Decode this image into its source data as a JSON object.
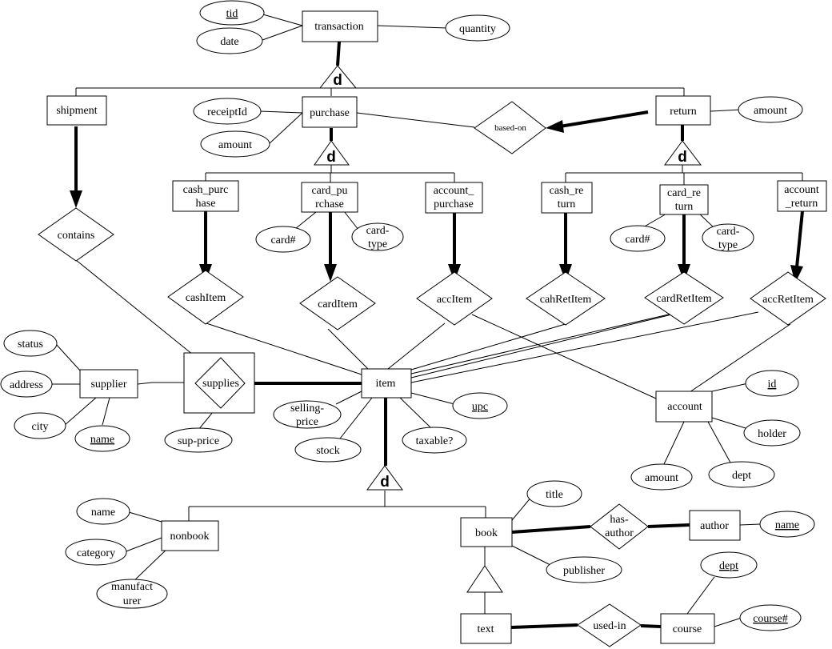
{
  "diagram": {
    "disjoint_marker": "d",
    "entities": {
      "transaction": "transaction",
      "shipment": "shipment",
      "purchase": "purchase",
      "return": "return",
      "cash_purchase": [
        "cash_purc",
        "hase"
      ],
      "card_purchase": [
        "card_pu",
        "rchase"
      ],
      "account_purchase": [
        "account_",
        "purchase"
      ],
      "cash_return": [
        "cash_re",
        "turn"
      ],
      "card_return": [
        "card_re",
        "turn"
      ],
      "account_return": [
        "account",
        "_return"
      ],
      "supplier": "supplier",
      "item": "item",
      "account": "account",
      "nonbook": "nonbook",
      "book": "book",
      "author": "author",
      "text": "text",
      "course": "course"
    },
    "relationships": {
      "based_on": "based-on",
      "contains": "contains",
      "cashItem": "cashItem",
      "cardItem": "cardItem",
      "accItem": "accItem",
      "cahRetItem": "cahRetItem",
      "cardRetItem": "cardRetItem",
      "accRetItem": "accRetItem",
      "supplies": "supplies",
      "has_author": [
        "has-",
        "author"
      ],
      "used_in": "used-in"
    },
    "attributes": {
      "tid": "tid",
      "date": "date",
      "quantity": "quantity",
      "receiptId": "receiptId",
      "purchase_amount": "amount",
      "return_amount": "amount",
      "cardp_card": "card#",
      "cardp_type": [
        "card-",
        "type"
      ],
      "cardr_card": "card#",
      "cardr_type": [
        "card-",
        "type"
      ],
      "status": "status",
      "address": "address",
      "city": "city",
      "supplier_name": "name",
      "sup_price": "sup-price",
      "selling_price": [
        "selling-",
        "price"
      ],
      "stock": "stock",
      "taxable": "taxable?",
      "upc": "upc",
      "account_id": "id",
      "holder": "holder",
      "account_amount": "amount",
      "account_dept": "dept",
      "nonbook_name": "name",
      "category": "category",
      "manufacturer": [
        "manufact",
        "urer"
      ],
      "title": "title",
      "publisher": "publisher",
      "author_name": "name",
      "course_dept": "dept",
      "course_num": "course#"
    }
  }
}
